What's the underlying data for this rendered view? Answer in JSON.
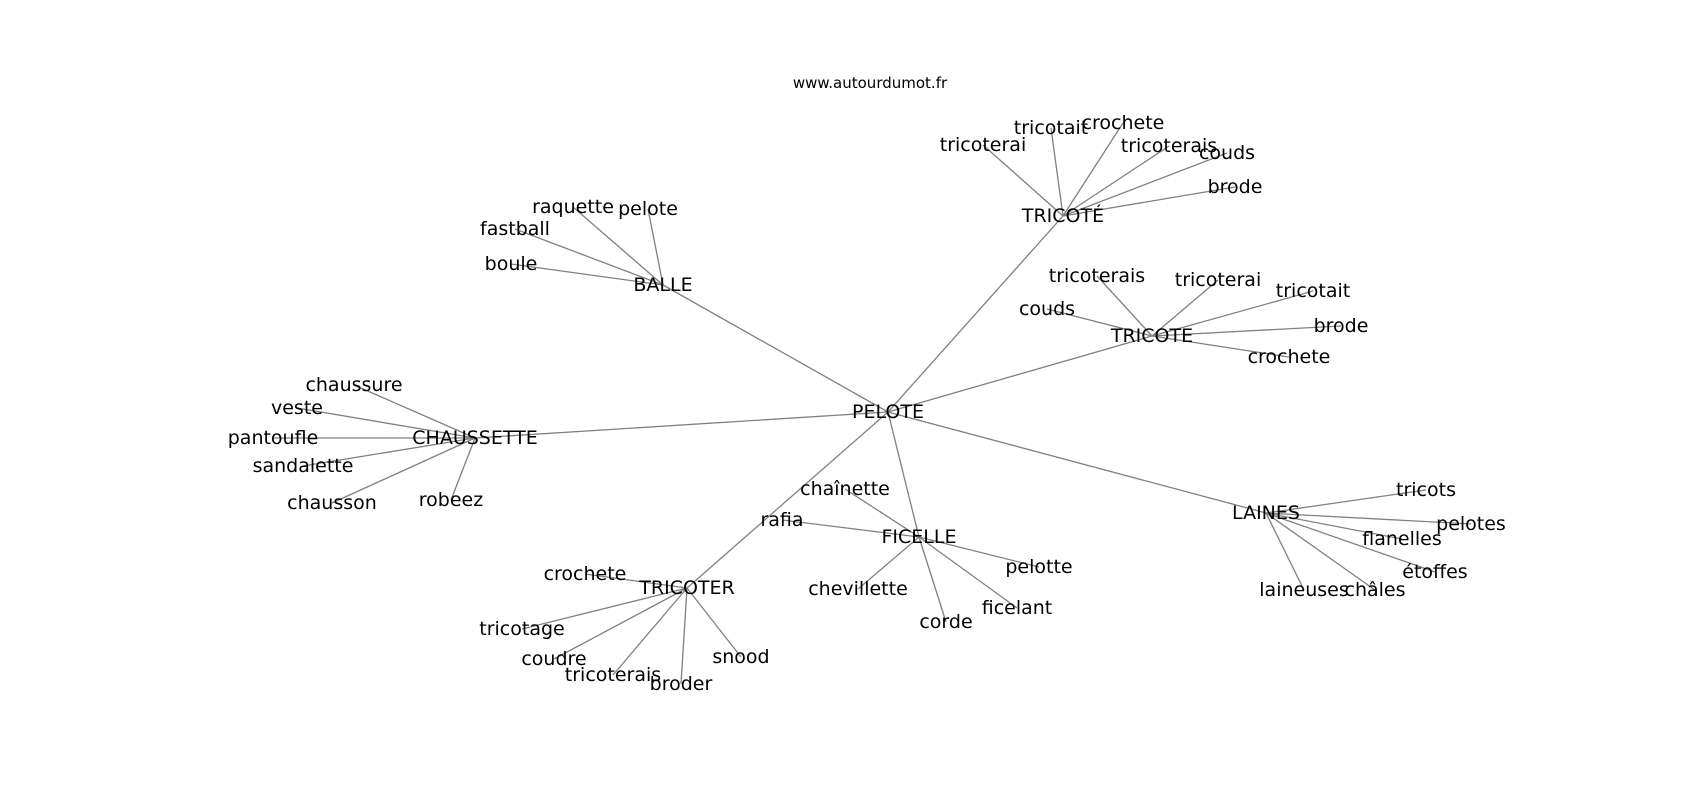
{
  "site": "www.autourdumot.fr",
  "graph": {
    "center": "PELOTE",
    "hubs": [
      {
        "id": "balle",
        "label": "BALLE",
        "words": [
          "raquette",
          "pelote",
          "fastball",
          "boule"
        ]
      },
      {
        "id": "tricote-accent",
        "label": "TRICOTÉ",
        "words": [
          "tricoterai",
          "tricotait",
          "crochete",
          "tricoterais",
          "couds",
          "brode"
        ]
      },
      {
        "id": "tricote",
        "label": "TRICOTE",
        "words": [
          "tricoterais",
          "tricoterai",
          "tricotait",
          "couds",
          "brode",
          "crochete"
        ]
      },
      {
        "id": "chaussette",
        "label": "CHAUSSETTE",
        "words": [
          "chaussure",
          "veste",
          "pantoufle",
          "sandalette",
          "chausson",
          "robeez"
        ]
      },
      {
        "id": "laines",
        "label": "LAINES",
        "words": [
          "tricots",
          "pelotes",
          "flanelles",
          "étoffes",
          "laineuses",
          "châles"
        ]
      },
      {
        "id": "ficelle",
        "label": "FICELLE",
        "words": [
          "chaînette",
          "rafia",
          "pelotte",
          "chevillette",
          "ficelant",
          "corde"
        ]
      },
      {
        "id": "tricoter",
        "label": "TRICOTER",
        "words": [
          "crochete",
          "tricotage",
          "coudre",
          "tricoterais",
          "broder",
          "snood"
        ]
      }
    ]
  }
}
